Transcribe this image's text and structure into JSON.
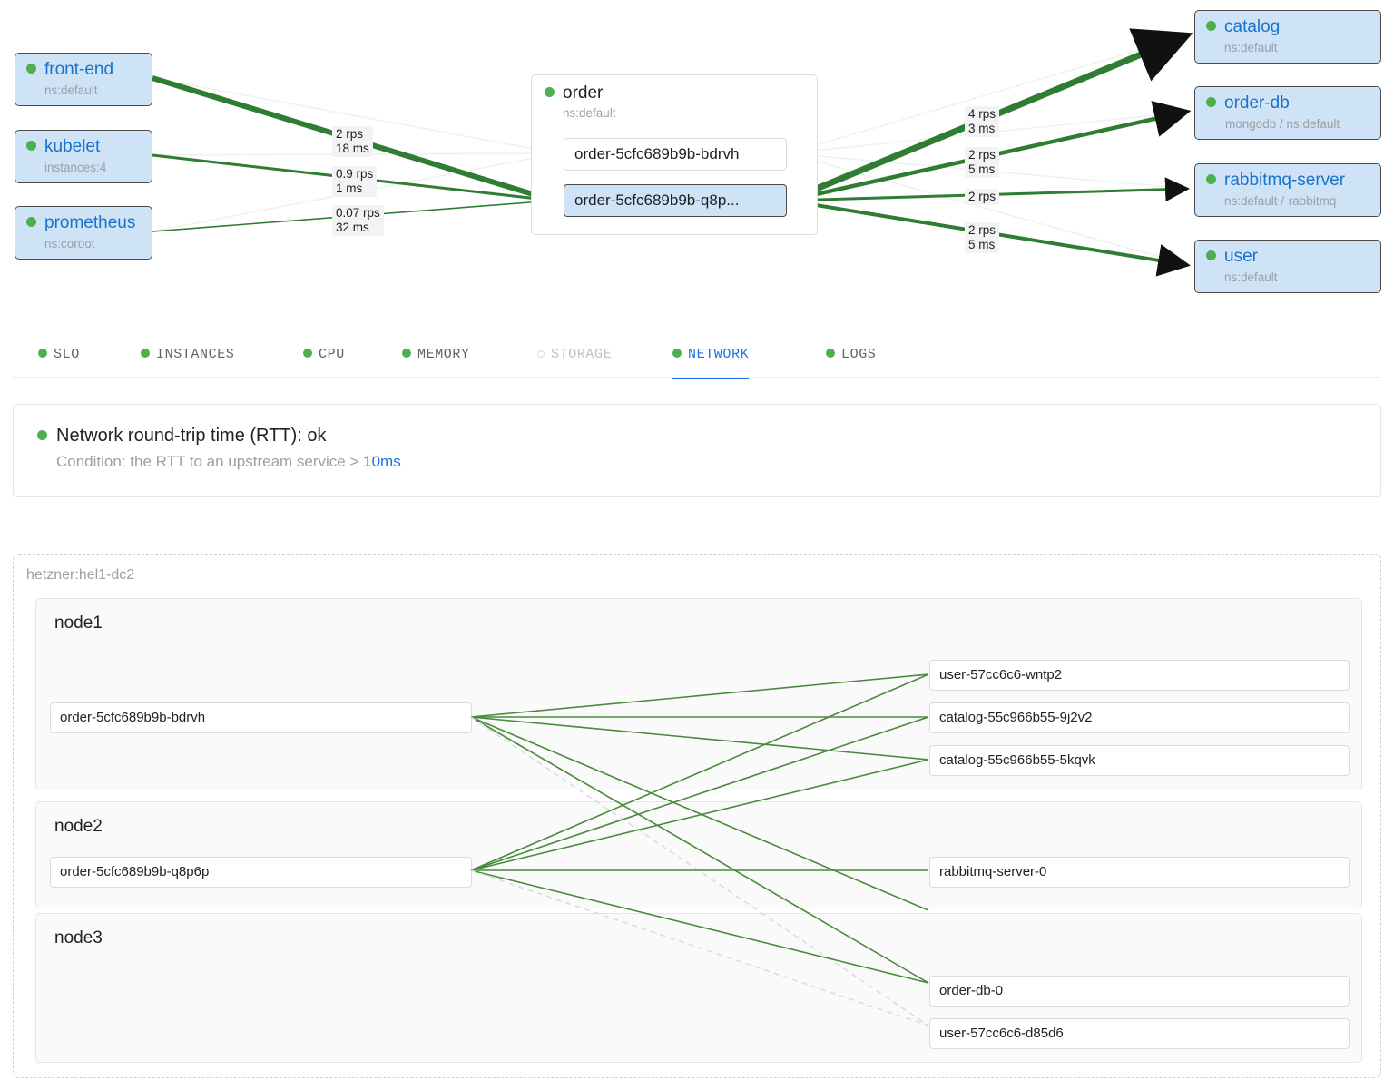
{
  "service_map": {
    "upstream_services": [
      {
        "name": "front-end",
        "sub": "ns:default",
        "status": "ok"
      },
      {
        "name": "kubelet",
        "sub": "instances:4",
        "status": "ok"
      },
      {
        "name": "prometheus",
        "sub": "ns:coroot",
        "status": "ok"
      }
    ],
    "focus_group": {
      "name": "order",
      "sub": "ns:default",
      "instances": [
        {
          "name": "order-5cfc689b9b-bdrvh",
          "selected": false
        },
        {
          "name": "order-5cfc689b9b-q8p...",
          "selected": true
        }
      ]
    },
    "downstream_services": [
      {
        "name": "catalog",
        "sub": "ns:default",
        "sub_icon": "",
        "status": "ok"
      },
      {
        "name": "order-db",
        "sub": "mongodb / ns:default",
        "sub_icon": "database-icon",
        "status": "ok"
      },
      {
        "name": "rabbitmq-server",
        "sub": "ns:default / rabbitmq",
        "sub_icon": "queue-icon",
        "status": "ok"
      },
      {
        "name": "user",
        "sub": "ns:default",
        "status": "ok"
      }
    ],
    "inbound_edge_labels": [
      {
        "rps": "2 rps",
        "latency": "18 ms",
        "from": "front-end"
      },
      {
        "rps": "0.9 rps",
        "latency": "1 ms",
        "from": "kubelet"
      },
      {
        "rps": "0.07 rps",
        "latency": "32 ms",
        "from": "prometheus"
      }
    ],
    "outbound_edge_labels": [
      {
        "rps": "4 rps",
        "latency": "3 ms",
        "to": "catalog"
      },
      {
        "rps": "2 rps",
        "latency": "5 ms",
        "to": "order-db"
      },
      {
        "rps": "2 rps",
        "latency": "",
        "to": "rabbitmq-server"
      },
      {
        "rps": "2 rps",
        "latency": "5 ms",
        "to": "user"
      }
    ]
  },
  "tabs": [
    {
      "label": "SLO",
      "state": "ok",
      "active": false
    },
    {
      "label": "INSTANCES",
      "state": "ok",
      "active": false
    },
    {
      "label": "CPU",
      "state": "ok",
      "active": false
    },
    {
      "label": "MEMORY",
      "state": "ok",
      "active": false
    },
    {
      "label": "STORAGE",
      "state": "none",
      "active": false
    },
    {
      "label": "NETWORK",
      "state": "ok",
      "active": true
    },
    {
      "label": "LOGS",
      "state": "ok",
      "active": false
    }
  ],
  "status_card": {
    "title": "Network round-trip time (RTT): ok",
    "condition_prefix": "Condition: the RTT to an upstream service >",
    "threshold": "10ms",
    "status": "ok"
  },
  "node_map": {
    "datacenter": "hetzner:hel1-dc2",
    "nodes": [
      {
        "name": "node1",
        "left_pods": [
          "order-5cfc689b9b-bdrvh"
        ],
        "right_pods": [
          "user-57cc6c6-wntp2",
          "catalog-55c966b55-9j2v2",
          "catalog-55c966b55-5kqvk"
        ]
      },
      {
        "name": "node2",
        "left_pods": [
          "order-5cfc689b9b-q8p6p"
        ],
        "right_pods": [
          "rabbitmq-server-0"
        ]
      },
      {
        "name": "node3",
        "left_pods": [],
        "right_pods": [
          "order-db-0",
          "user-57cc6c6-d85d6"
        ]
      }
    ]
  },
  "colors": {
    "accent": "#1a73e8",
    "ok": "#4caf50",
    "edge_strong": "#2e7d32",
    "edge_faint": "#e8f1e6",
    "node_fill": "#cfe3f7",
    "muted": "#9aa0a6"
  }
}
